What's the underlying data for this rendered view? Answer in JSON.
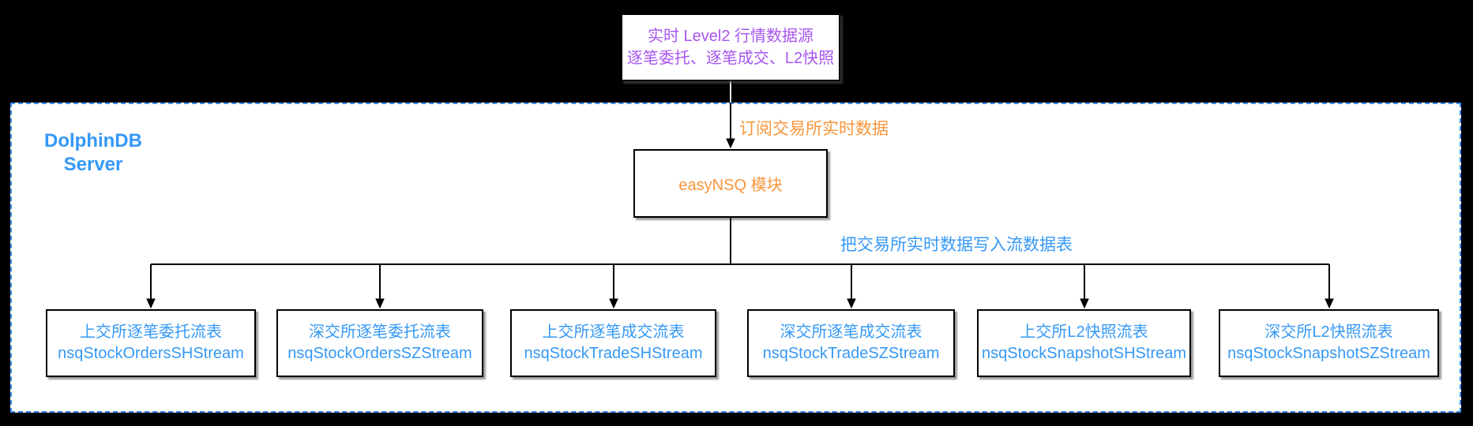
{
  "colors": {
    "bg": "#000000",
    "panel": "#ffffff",
    "border_blue": "#3b8df2",
    "text_blue": "#3699f5",
    "brand_blue": "#3498f7",
    "orange": "#f8963c",
    "purple": "#a855f0",
    "line": "#000000"
  },
  "source_box": {
    "line1": "实时 Level2 行情数据源",
    "line2": "逐笔委托、逐笔成交、L2快照"
  },
  "server": {
    "name_line1": "DolphinDB",
    "name_line2": "Server"
  },
  "edges": {
    "subscribe_label": "订阅交易所实时数据",
    "write_label": "把交易所实时数据写入流数据表"
  },
  "module_box": {
    "label": "easyNSQ 模块"
  },
  "streams": [
    {
      "title": "上交所逐笔委托流表",
      "table": "nsqStockOrdersSHStream"
    },
    {
      "title": "深交所逐笔委托流表",
      "table": "nsqStockOrdersSZStream"
    },
    {
      "title": "上交所逐笔成交流表",
      "table": "nsqStockTradeSHStream"
    },
    {
      "title": "深交所逐笔成交流表",
      "table": "nsqStockTradeSZStream"
    },
    {
      "title": "上交所L2快照流表",
      "table": "nsqStockSnapshotSHStream"
    },
    {
      "title": "深交所L2快照流表",
      "table": "nsqStockSnapshotSZStream"
    }
  ]
}
